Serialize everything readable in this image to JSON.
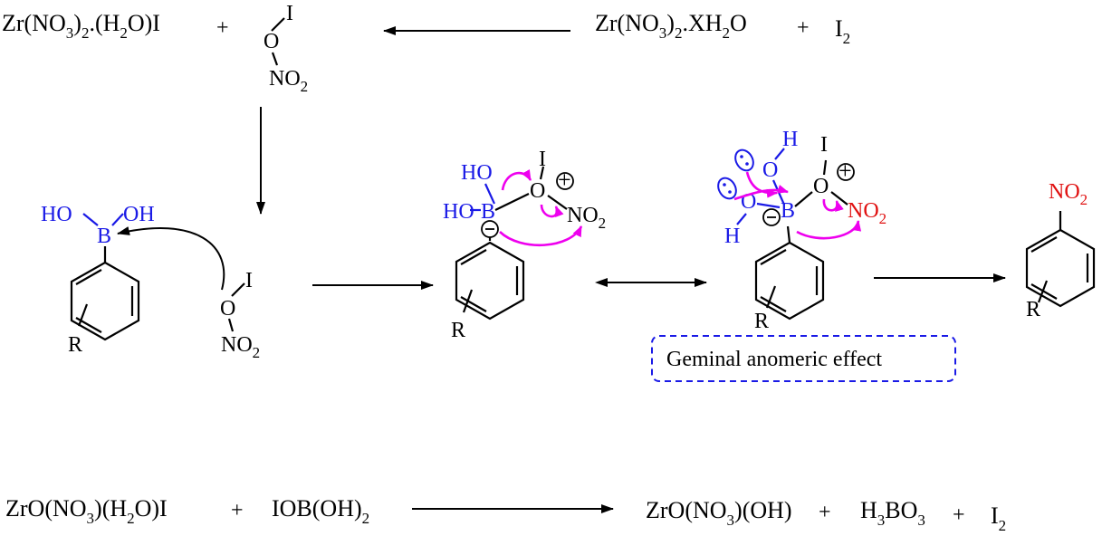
{
  "reaction1": {
    "product_prefix": "Zr(NO",
    "product_s1": "3",
    "product_mid": ")",
    "product_s2": "2",
    "product_mid2": ".(H",
    "product_s3": "2",
    "product_end": "O)I",
    "plus": "+",
    "nitrite_I": "I",
    "nitrite_O": "O",
    "nitrite_NO": "NO",
    "nitrite_sub": "2",
    "reactant_prefix": "Zr(NO",
    "reactant_s1": "3",
    "reactant_mid": ")",
    "reactant_s2": "2",
    "reactant_end": ".XH",
    "reactant_s3": "2",
    "reactant_end2": "O",
    "iodine": "I",
    "iodine_sub": "2"
  },
  "mechanism": {
    "boronic_HO": "HO",
    "boronic_OH": "OH",
    "boronic_B": "B",
    "R": "R",
    "reagent_I": "I",
    "reagent_O": "O",
    "reagent_NO": "NO",
    "reagent_sub": "2",
    "int1_HO_top": "HO",
    "int1_HO_left": "HO",
    "int1_B": "B",
    "int1_O": "O",
    "int1_I": "I",
    "int1_NO": "NO",
    "int1_sub": "2",
    "int1_R": "R",
    "int2_H_top": "H",
    "int2_O_top": "O",
    "int2_O_left": "O",
    "int2_H_bottom": "H",
    "int2_B": "B",
    "int2_O": "O",
    "int2_I": "I",
    "int2_NO": "NO",
    "int2_sub": "2",
    "int2_R": "R",
    "product_NO": "NO",
    "product_sub": "2",
    "product_R": "R",
    "charge_plus": "+",
    "charge_minus": "−",
    "effect_label": "Geminal anomeric effect"
  },
  "reaction2": {
    "r1_prefix": "ZrO(NO",
    "r1_s1": "3",
    "r1_mid": ")(H",
    "r1_s2": "2",
    "r1_end": "O)I",
    "plus": "+",
    "r2": "IOB(OH)",
    "r2_sub": "2",
    "p1_prefix": "ZrO(NO",
    "p1_s1": "3",
    "p1_end": ")(OH)",
    "p2_H": "H",
    "p2_s1": "3",
    "p2_BO": "BO",
    "p2_s2": "3",
    "p3": "I",
    "p3_sub": "2"
  },
  "colors": {
    "black": "#000000",
    "blue": "#1a1ae6",
    "magenta": "#ee00ee",
    "red": "#e01010",
    "box_border": "#1a1ae6"
  }
}
